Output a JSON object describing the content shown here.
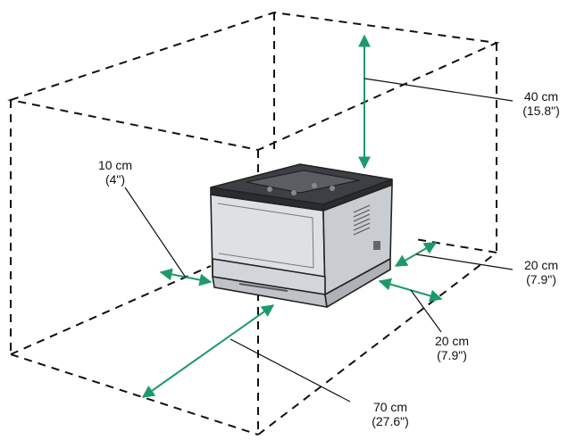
{
  "colors": {
    "arrow": "#1e9a6a",
    "line": "#111111",
    "printer_body": "#dcdfe2",
    "printer_top": "#3a3d40"
  },
  "clearances": {
    "top": {
      "metric": "40 cm",
      "imperial": "(15.8\")"
    },
    "left": {
      "metric": "10 cm",
      "imperial": "(4\")"
    },
    "right": {
      "metric": "20 cm",
      "imperial": "(7.9\")"
    },
    "rear": {
      "metric": "20 cm",
      "imperial": "(7.9\")"
    },
    "front": {
      "metric": "70 cm",
      "imperial": "(27.6\")"
    }
  }
}
